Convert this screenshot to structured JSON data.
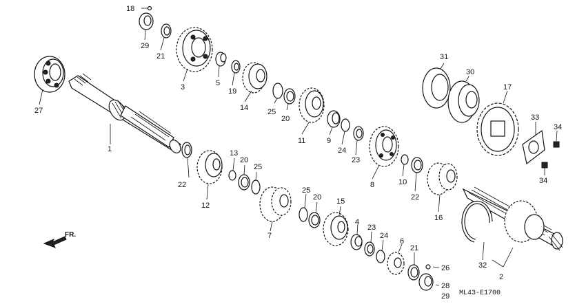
{
  "diagram": {
    "code": "ML43-E1700",
    "direction_label": "FR.",
    "callouts": [
      {
        "id": "c1",
        "label": "1"
      },
      {
        "id": "c2",
        "label": "2"
      },
      {
        "id": "c3",
        "label": "3"
      },
      {
        "id": "c4",
        "label": "4"
      },
      {
        "id": "c5",
        "label": "5"
      },
      {
        "id": "c6",
        "label": "6"
      },
      {
        "id": "c7",
        "label": "7"
      },
      {
        "id": "c8",
        "label": "8"
      },
      {
        "id": "c9",
        "label": "9"
      },
      {
        "id": "c10",
        "label": "10"
      },
      {
        "id": "c11",
        "label": "11"
      },
      {
        "id": "c12",
        "label": "12"
      },
      {
        "id": "c13",
        "label": "13"
      },
      {
        "id": "c14",
        "label": "14"
      },
      {
        "id": "c15",
        "label": "15"
      },
      {
        "id": "c16",
        "label": "16"
      },
      {
        "id": "c17",
        "label": "17"
      },
      {
        "id": "c18",
        "label": "18"
      },
      {
        "id": "c19",
        "label": "19"
      },
      {
        "id": "c20a",
        "label": "20"
      },
      {
        "id": "c20b",
        "label": "20"
      },
      {
        "id": "c20c",
        "label": "20"
      },
      {
        "id": "c21a",
        "label": "21"
      },
      {
        "id": "c21b",
        "label": "21"
      },
      {
        "id": "c22a",
        "label": "22"
      },
      {
        "id": "c22b",
        "label": "22"
      },
      {
        "id": "c23a",
        "label": "23"
      },
      {
        "id": "c23b",
        "label": "23"
      },
      {
        "id": "c24a",
        "label": "24"
      },
      {
        "id": "c24b",
        "label": "24"
      },
      {
        "id": "c25a",
        "label": "25"
      },
      {
        "id": "c25b",
        "label": "25"
      },
      {
        "id": "c25c",
        "label": "25"
      },
      {
        "id": "c26",
        "label": "26"
      },
      {
        "id": "c27",
        "label": "27"
      },
      {
        "id": "c28",
        "label": "28"
      },
      {
        "id": "c29a",
        "label": "29"
      },
      {
        "id": "c29b",
        "label": "29"
      },
      {
        "id": "c30",
        "label": "30"
      },
      {
        "id": "c31",
        "label": "31"
      },
      {
        "id": "c32",
        "label": "32"
      },
      {
        "id": "c33",
        "label": "33"
      },
      {
        "id": "c34a",
        "label": "34"
      },
      {
        "id": "c34b",
        "label": "34"
      }
    ]
  }
}
